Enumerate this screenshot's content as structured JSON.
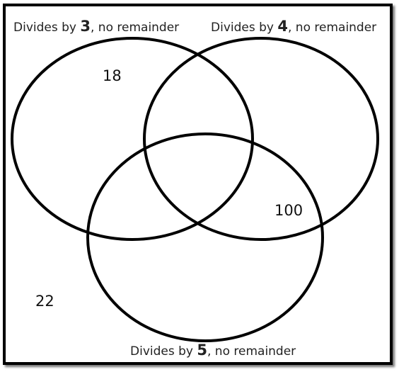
{
  "sets": [
    {
      "prefix": "Divides by ",
      "n": "3",
      "suffix": ", no remainder"
    },
    {
      "prefix": "Divides by ",
      "n": "4",
      "suffix": ", no remainder"
    },
    {
      "prefix": "Divides by ",
      "n": "5",
      "suffix": ", no remainder"
    }
  ],
  "numbers": [
    "18",
    "100",
    "22"
  ]
}
